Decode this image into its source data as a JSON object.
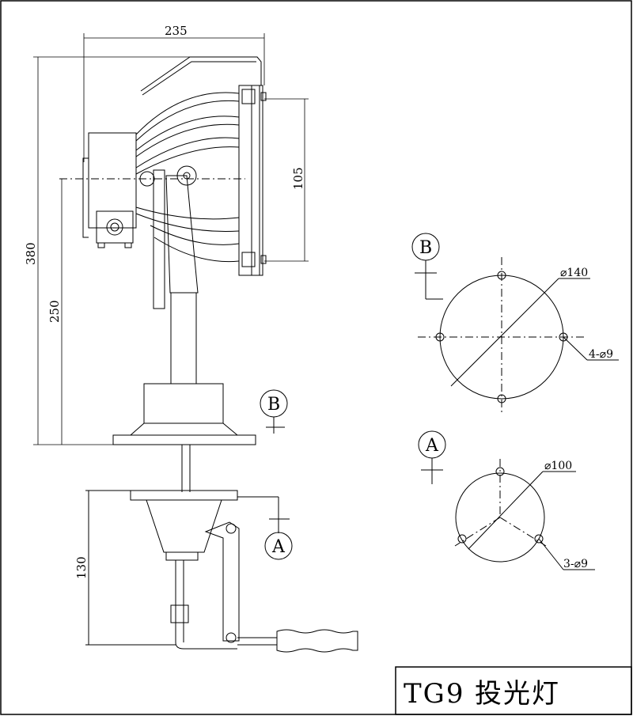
{
  "dimensions": {
    "width_total": "235",
    "height_total": "380",
    "height_mid": "250",
    "reflector_height": "105",
    "base_height": "130"
  },
  "views": {
    "view_b": {
      "letter": "B",
      "diameter": "⌀140",
      "holes": "4-⌀9"
    },
    "view_a": {
      "letter": "A",
      "diameter": "⌀100",
      "holes": "3-⌀9"
    }
  },
  "markers": {
    "section_b": "B",
    "section_a": "A"
  },
  "title_block": {
    "model": "TG9",
    "name": "投光灯"
  }
}
